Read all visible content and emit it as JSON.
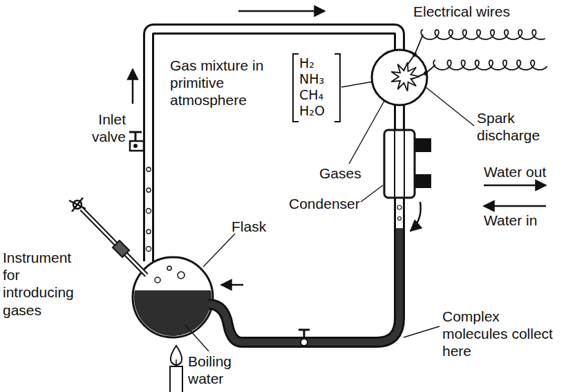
{
  "diagram": {
    "labels": [
      "Electrical wires",
      "Inlet valve",
      "Gas mixture in primitive atmosphere",
      "H₂",
      "NH₃",
      "CH₄",
      "H₂O",
      "Spark discharge",
      "Gases",
      "Water out",
      "Water in",
      "Condenser",
      "Flask",
      "Instrument for introducing gases",
      "Boiling water",
      "Complex molecules collect here"
    ]
  }
}
